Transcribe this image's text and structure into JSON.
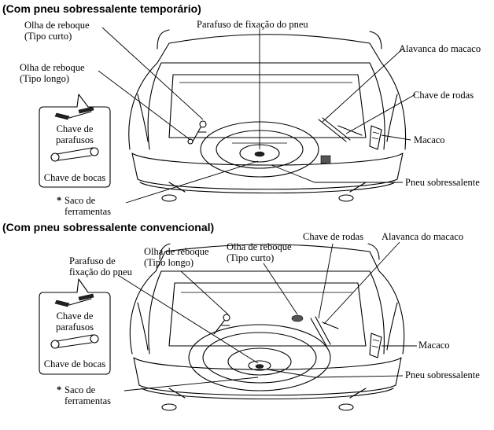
{
  "top": {
    "title": "(Com pneu sobressalente temporário)",
    "labels": {
      "tow_short_1": "Olha de reboque",
      "tow_short_2": "(Tipo curto)",
      "tow_long_1": "Olha de reboque",
      "tow_long_2": "(Tipo longo)",
      "bolt": "Parafuso de fixação do pneu",
      "jack_lever": "Alavanca do macaco",
      "lug_wrench": "Chave de rodas",
      "jack": "Macaco",
      "spare_tire": "Pneu sobressalente",
      "screwdriver_1": "Chave de",
      "screwdriver_2": "parafusos",
      "spanner": "Chave de bocas",
      "asterisk": "*",
      "tool_bag_1": "Saco de",
      "tool_bag_2": "ferramentas"
    }
  },
  "bottom": {
    "title": "(Com pneu sobressalente convencional)",
    "labels": {
      "bolt_1": "Parafuso de",
      "bolt_2": "fixação do pneu",
      "tow_long_1": "Olha de reboque",
      "tow_long_2": "(Tipo longo)",
      "tow_short_1": "Olha de reboque",
      "tow_short_2": "(Tipo curto)",
      "lug_wrench": "Chave de rodas",
      "jack_lever": "Alavanca do macaco",
      "jack": "Macaco",
      "spare_tire": "Pneu sobressalente",
      "screwdriver_1": "Chave de",
      "screwdriver_2": "parafusos",
      "spanner": "Chave de bocas",
      "asterisk": "*",
      "tool_bag_1": "Saco de",
      "tool_bag_2": "ferramentas"
    }
  }
}
